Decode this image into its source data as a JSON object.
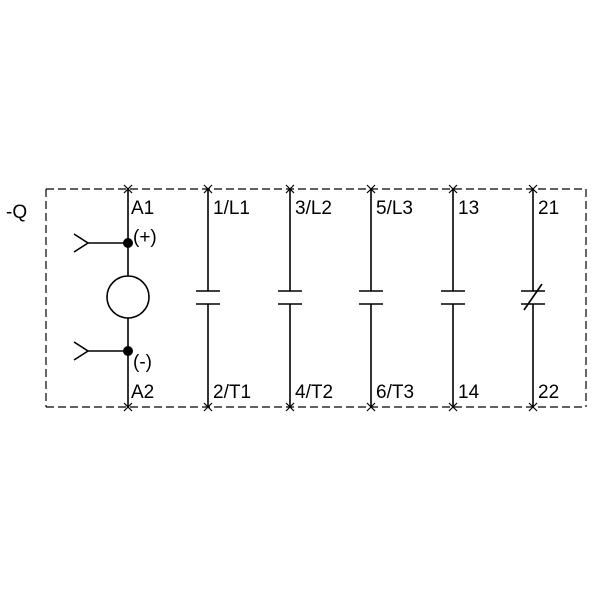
{
  "device_label": "-Q",
  "coil": {
    "top_terminal": "A1",
    "bottom_terminal": "A2",
    "plus_label": "(+)",
    "minus_label": "(-)"
  },
  "contacts": [
    {
      "top": "1/L1",
      "bottom": "2/T1",
      "type": "NO"
    },
    {
      "top": "3/L2",
      "bottom": "4/T2",
      "type": "NO"
    },
    {
      "top": "5/L3",
      "bottom": "6/T3",
      "type": "NO"
    },
    {
      "top": "13",
      "bottom": "14",
      "type": "NO"
    },
    {
      "top": "21",
      "bottom": "22",
      "type": "NC"
    }
  ]
}
